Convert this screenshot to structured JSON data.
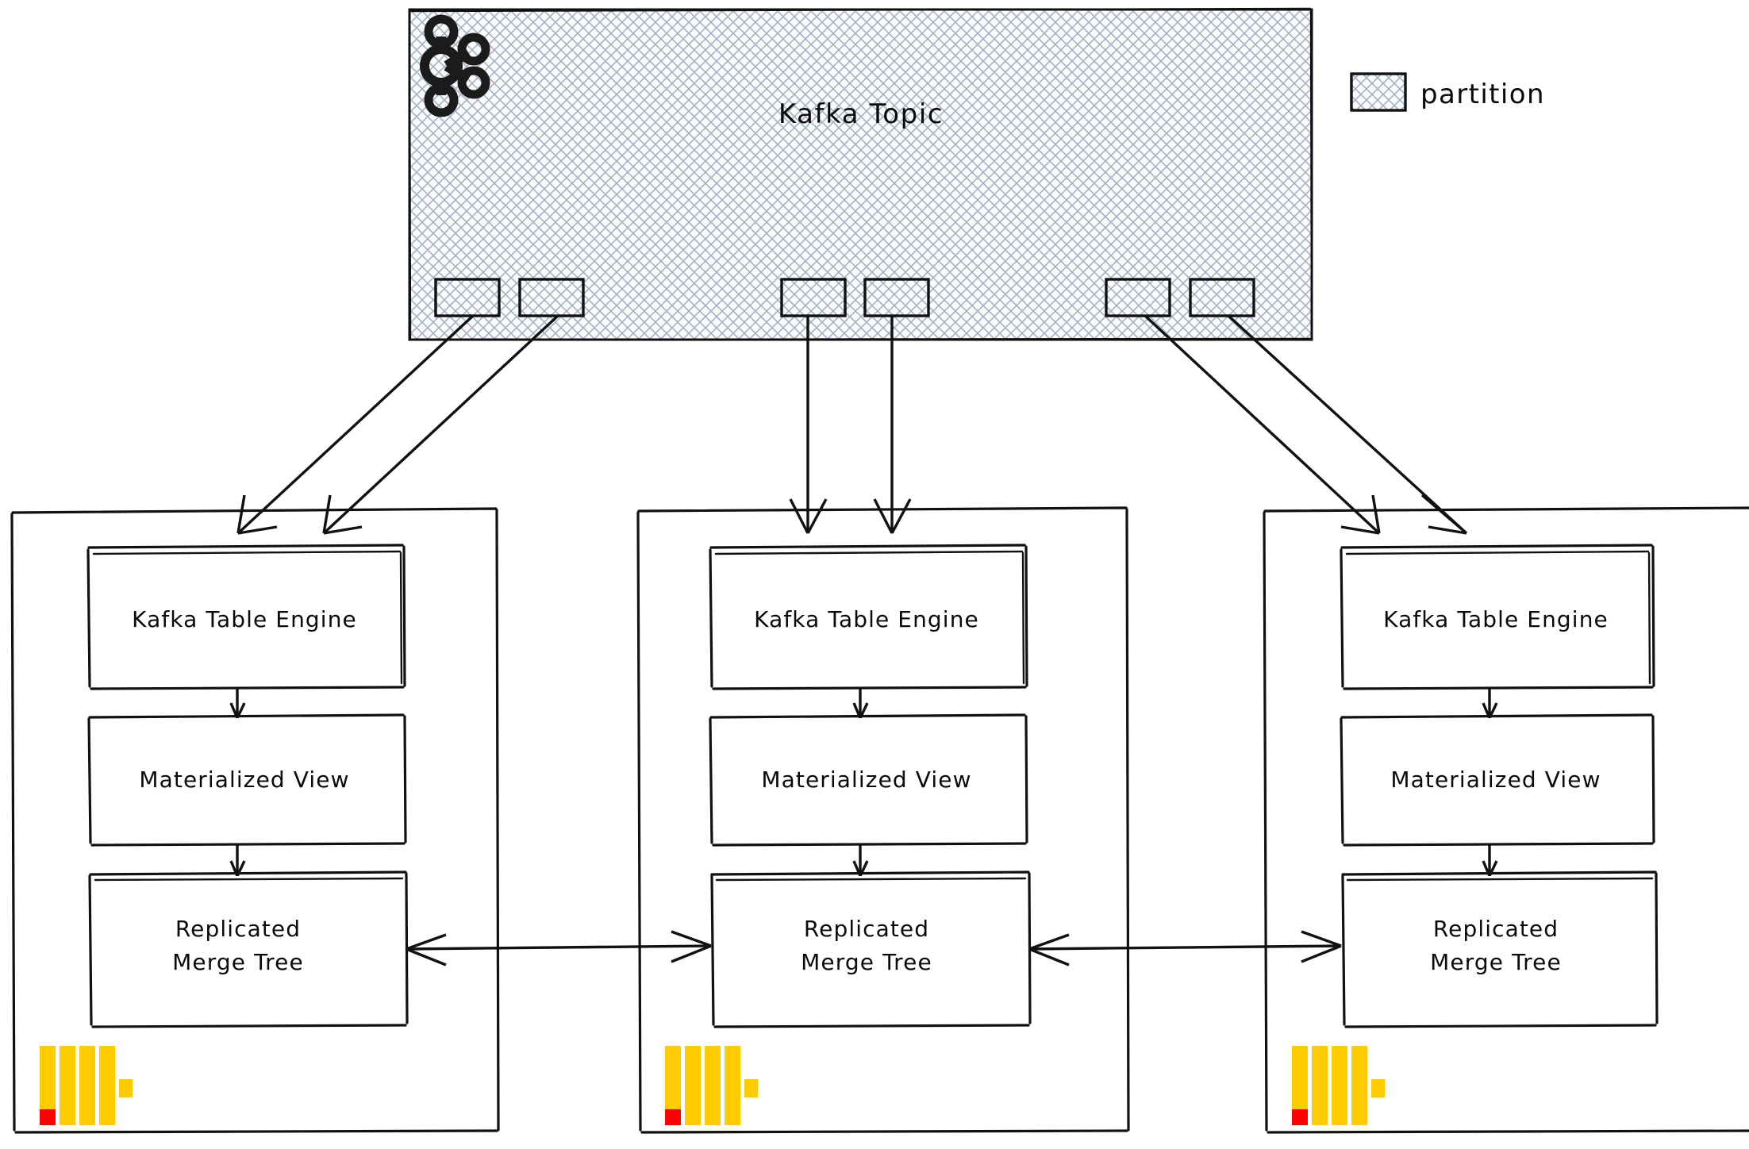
{
  "diagram": {
    "type": "architecture-flow",
    "title_text": "Kafka Topic",
    "legend": {
      "swatch_name": "partition-swatch",
      "label": "partition"
    },
    "colors": {
      "hatch": "#a8b0c4",
      "stroke": "#111111",
      "clickhouse_yellow": "#FFCC00",
      "clickhouse_red": "#FF0000",
      "background": "#ffffff"
    },
    "kafka_topic": {
      "label": "Kafka Topic",
      "logo_name": "kafka-logo",
      "partitions": [
        {
          "id": "p1",
          "group": "left"
        },
        {
          "id": "p2",
          "group": "left"
        },
        {
          "id": "p3",
          "group": "middle"
        },
        {
          "id": "p4",
          "group": "middle"
        },
        {
          "id": "p5",
          "group": "right"
        },
        {
          "id": "p6",
          "group": "right"
        }
      ]
    },
    "nodes": [
      {
        "id": "node-1",
        "logo_name": "clickhouse-logo",
        "components": [
          {
            "id": "kafka-table-engine",
            "label": "Kafka Table Engine",
            "lines": [
              "Kafka Table Engine"
            ]
          },
          {
            "id": "materialized-view",
            "label": "Materialized View",
            "lines": [
              "Materialized View"
            ]
          },
          {
            "id": "replicated-merge-tree",
            "label": "Replicated Merge Tree",
            "lines": [
              "Replicated",
              "Merge Tree"
            ]
          }
        ]
      },
      {
        "id": "node-2",
        "logo_name": "clickhouse-logo",
        "components": [
          {
            "id": "kafka-table-engine",
            "label": "Kafka Table Engine",
            "lines": [
              "Kafka Table Engine"
            ]
          },
          {
            "id": "materialized-view",
            "label": "Materialized View",
            "lines": [
              "Materialized View"
            ]
          },
          {
            "id": "replicated-merge-tree",
            "label": "Replicated Merge Tree",
            "lines": [
              "Replicated",
              "Merge Tree"
            ]
          }
        ]
      },
      {
        "id": "node-3",
        "logo_name": "clickhouse-logo",
        "components": [
          {
            "id": "kafka-table-engine",
            "label": "Kafka Table Engine",
            "lines": [
              "Kafka Table Engine"
            ]
          },
          {
            "id": "materialized-view",
            "label": "Materialized View",
            "lines": [
              "Materialized View"
            ]
          },
          {
            "id": "replicated-merge-tree",
            "label": "Replicated Merge Tree",
            "lines": [
              "Replicated",
              "Merge Tree"
            ]
          }
        ]
      }
    ],
    "edges": [
      {
        "from": "p1",
        "to": "node-1.kafka-table-engine",
        "kind": "arrow"
      },
      {
        "from": "p2",
        "to": "node-1.kafka-table-engine",
        "kind": "arrow"
      },
      {
        "from": "p3",
        "to": "node-2.kafka-table-engine",
        "kind": "arrow"
      },
      {
        "from": "p4",
        "to": "node-2.kafka-table-engine",
        "kind": "arrow"
      },
      {
        "from": "p5",
        "to": "node-3.kafka-table-engine",
        "kind": "arrow"
      },
      {
        "from": "p6",
        "to": "node-3.kafka-table-engine",
        "kind": "arrow"
      },
      {
        "from": "node-1.kafka-table-engine",
        "to": "node-1.materialized-view",
        "kind": "arrow"
      },
      {
        "from": "node-1.materialized-view",
        "to": "node-1.replicated-merge-tree",
        "kind": "arrow"
      },
      {
        "from": "node-2.kafka-table-engine",
        "to": "node-2.materialized-view",
        "kind": "arrow"
      },
      {
        "from": "node-2.materialized-view",
        "to": "node-2.replicated-merge-tree",
        "kind": "arrow"
      },
      {
        "from": "node-3.kafka-table-engine",
        "to": "node-3.materialized-view",
        "kind": "arrow"
      },
      {
        "from": "node-3.materialized-view",
        "to": "node-3.replicated-merge-tree",
        "kind": "arrow"
      },
      {
        "from": "node-1.replicated-merge-tree",
        "to": "node-2.replicated-merge-tree",
        "kind": "bidirectional"
      },
      {
        "from": "node-2.replicated-merge-tree",
        "to": "node-3.replicated-merge-tree",
        "kind": "bidirectional"
      }
    ]
  }
}
